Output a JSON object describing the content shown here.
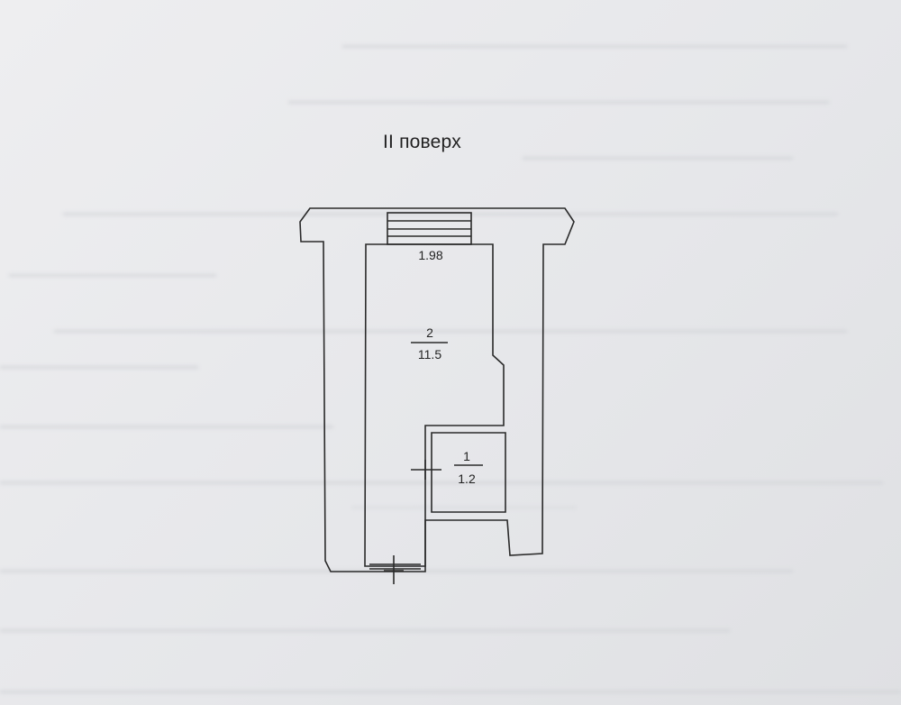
{
  "floor_title": "II поверх",
  "rooms": [
    {
      "number": "1",
      "area": "1.2"
    },
    {
      "number": "2",
      "area": "11.5"
    }
  ],
  "dimension_label": "1.98"
}
